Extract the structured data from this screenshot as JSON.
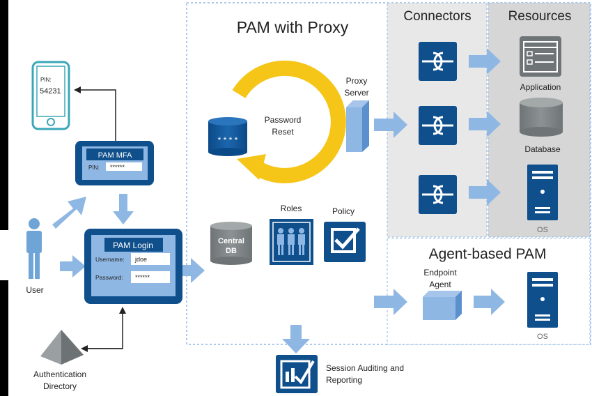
{
  "title": "PAM with Proxy",
  "connectors_title": "Connectors",
  "resources_title": "Resources",
  "agent_title": "Agent-based PAM",
  "phone": {
    "pin_label": "PIN:",
    "pin_value": "54231"
  },
  "mfa": {
    "title": "PAM MFA",
    "pin_label": "PIN:",
    "pin_value": "******"
  },
  "login": {
    "title": "PAM Login",
    "username_label": "Username:",
    "username_value": "jdoe",
    "password_label": "Password:",
    "password_value": "******"
  },
  "user_label": "User",
  "auth_dir": {
    "line1": "Authentication",
    "line2": "Directory"
  },
  "password_reset": {
    "line1": "Password",
    "line2": "Reset",
    "dots": "* * * *"
  },
  "proxy": {
    "line1": "Proxy",
    "line2": "Server"
  },
  "central_db": {
    "line1": "Central",
    "line2": "DB"
  },
  "roles_label": "Roles",
  "policy_label": "Policy",
  "resources": {
    "application": "Application",
    "database": "Database",
    "os": "OS"
  },
  "endpoint": {
    "line1": "Endpoint",
    "line2": "Agent",
    "os": "OS"
  },
  "session": {
    "line1": "Session Auditing and",
    "line2": "Reporting"
  },
  "colors": {
    "navy": "#0e4f8c",
    "light_blue": "#8fb7e3",
    "mid_blue": "#5b8fcd",
    "yellow": "#f5c518",
    "gray_panel": "#e6e6e6",
    "dark_gray": "#7a7f80"
  }
}
